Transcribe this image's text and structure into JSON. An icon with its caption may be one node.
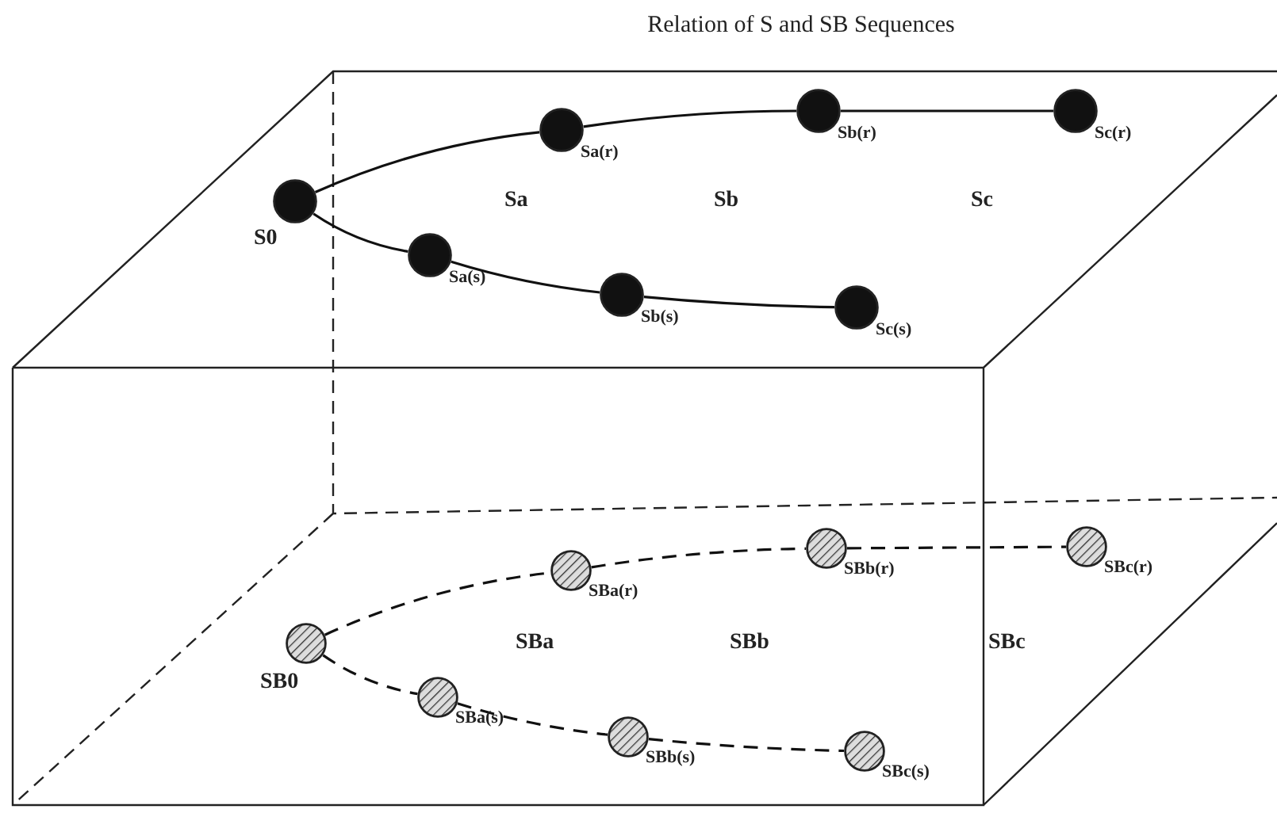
{
  "diagram": {
    "title": "Relation of S and SB Sequences",
    "nodes": [
      {
        "text": [],
        "shape": "circle",
        "beside": [
          "S0"
        ]
      },
      {
        "text": [],
        "shape": "circle",
        "beside": [
          "Sa(r)"
        ]
      },
      {
        "text": [],
        "shape": "circle",
        "beside": [
          "Sb(r)"
        ]
      },
      {
        "text": [],
        "shape": "circle",
        "beside": [
          "Sc(r)"
        ]
      },
      {
        "text": [],
        "shape": "circle",
        "beside": [
          "Sa(s)"
        ]
      },
      {
        "text": [],
        "shape": "circle",
        "beside": [
          "Sb(s)"
        ]
      },
      {
        "text": [],
        "shape": "circle",
        "beside": [
          "Sc(s)"
        ]
      },
      {
        "text": [],
        "shape": "circle",
        "beside": [
          "SB0"
        ]
      },
      {
        "text": [],
        "shape": "circle",
        "beside": [
          "SBa(r)"
        ]
      },
      {
        "text": [],
        "shape": "circle",
        "beside": [
          "SBb(r)"
        ]
      },
      {
        "text": [],
        "shape": "circle",
        "beside": [
          "SBc(r)"
        ]
      },
      {
        "text": [],
        "shape": "circle",
        "beside": [
          "SBa(s)"
        ]
      },
      {
        "text": [],
        "shape": "circle",
        "beside": [
          "SBb(s)"
        ]
      },
      {
        "text": [],
        "shape": "circle",
        "beside": [
          "SBc(s)"
        ]
      }
    ],
    "edges": [
      {
        "from": 0,
        "to": 1,
        "arrow": "none"
      },
      {
        "from": 1,
        "to": 2,
        "arrow": "none"
      },
      {
        "from": 2,
        "to": 3,
        "arrow": "none"
      },
      {
        "from": 0,
        "to": 4,
        "arrow": "none"
      },
      {
        "from": 4,
        "to": 5,
        "arrow": "none"
      },
      {
        "from": 5,
        "to": 6,
        "arrow": "none"
      },
      {
        "from": 7,
        "to": 8,
        "arrow": "none",
        "style": "dashed"
      },
      {
        "from": 8,
        "to": 9,
        "arrow": "none",
        "style": "dashed"
      },
      {
        "from": 9,
        "to": 10,
        "arrow": "none",
        "style": "dashed"
      },
      {
        "from": 7,
        "to": 11,
        "arrow": "none",
        "style": "dashed"
      },
      {
        "from": 11,
        "to": 12,
        "arrow": "none",
        "style": "dashed"
      },
      {
        "from": 12,
        "to": 13,
        "arrow": "none",
        "style": "dashed"
      }
    ],
    "labels": [
      "Sa",
      "Sb",
      "Sc",
      "SBa",
      "SBb",
      "SBc"
    ]
  }
}
